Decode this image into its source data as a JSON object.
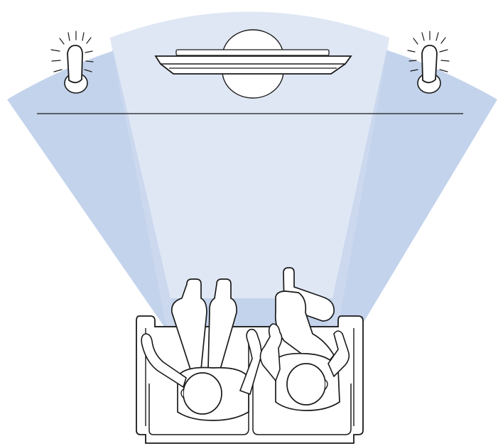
{
  "colors": {
    "background": "#ffffff",
    "outer_fan": "#c3d3ec",
    "center_fan": "#dfe7f5",
    "beam_overlap": "#cbd8ee",
    "outline": "#1a1a1a",
    "figure_fill": "#ffffff"
  },
  "scene": {
    "elements": [
      {
        "name": "tv",
        "icon": "flat-tv-top-view-icon"
      },
      {
        "name": "left-speaker",
        "icon": "speaker-top-view-icon"
      },
      {
        "name": "right-speaker",
        "icon": "speaker-top-view-icon"
      },
      {
        "name": "sofa",
        "icon": "sofa-top-view-icon"
      },
      {
        "name": "listener-left",
        "icon": "person-top-view-icon"
      },
      {
        "name": "listener-right",
        "icon": "person-top-view-icon"
      }
    ]
  }
}
